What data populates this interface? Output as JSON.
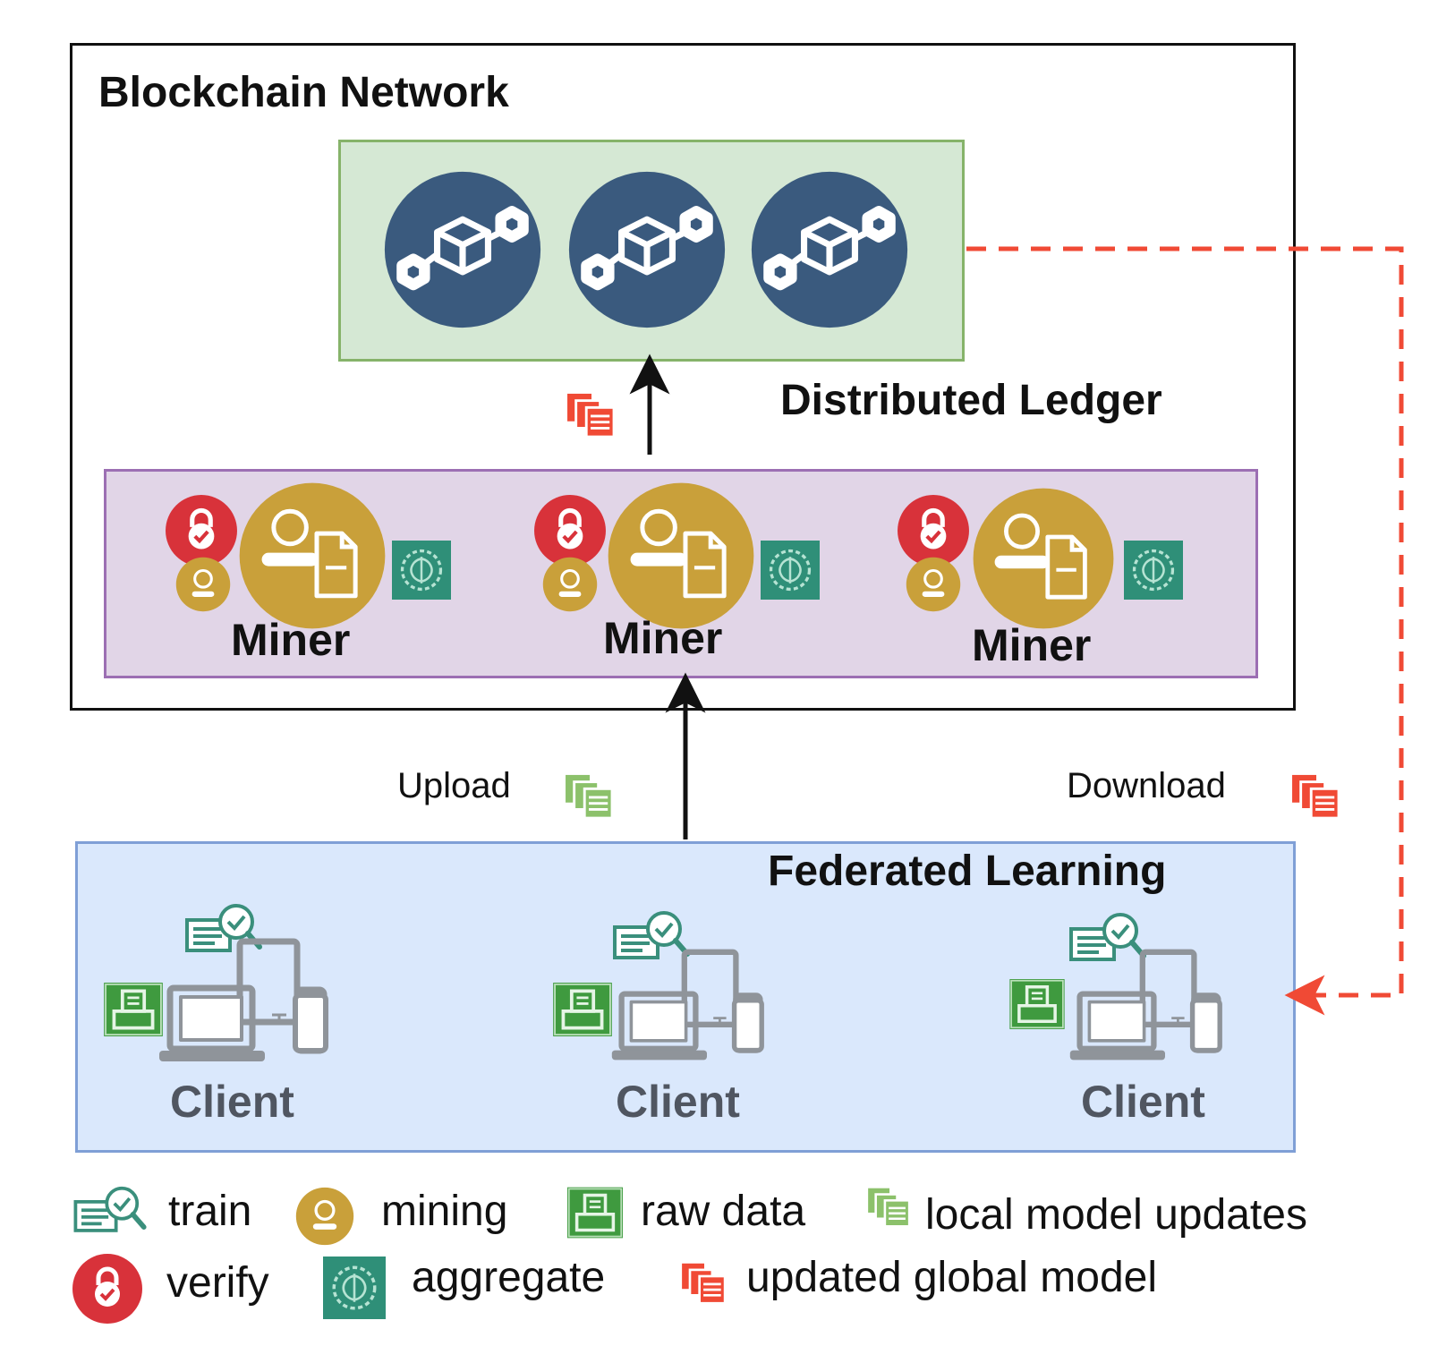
{
  "blockchain": {
    "title": "Blockchain Network"
  },
  "ledger": {
    "title": "Distributed Ledger"
  },
  "miners": {
    "labels": [
      "Miner",
      "Miner",
      "Miner"
    ]
  },
  "federated": {
    "title": "Federated Learning",
    "client_labels": [
      "Client",
      "Client",
      "Client"
    ]
  },
  "edges": {
    "upload": "Upload",
    "download": "Download"
  },
  "legend": {
    "train": "train",
    "mining": "mining",
    "raw_data": "raw data",
    "local_updates": "local model updates",
    "verify": "verify",
    "aggregate": "aggregate",
    "global_model": "updated global model"
  },
  "colors": {
    "block_node": "#3a5a7e",
    "miner_gold": "#c9a03a",
    "verify_red": "#d8323a",
    "aggregate_teal": "#2f8f78",
    "raw_data_green": "#3f9a3f",
    "local_update_green": "#8cc16b",
    "global_update_red": "#f04a35",
    "download_arrow": "#f04a35",
    "client_gray": "#8f949a",
    "train_teal": "#3a8f7c"
  }
}
